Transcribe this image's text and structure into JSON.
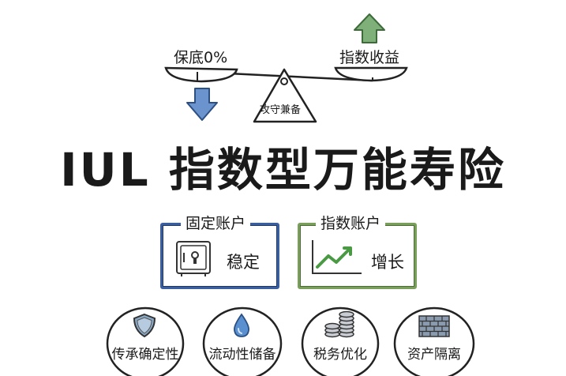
{
  "scale": {
    "left_label": "保底0%",
    "right_label": "指数收益",
    "center_label": "攻守兼备"
  },
  "title": "IUL 指数型万能寿险",
  "fixed_account": {
    "title": "固定账户",
    "text": "稳定",
    "accent": "#3a5fa0",
    "icon": "safe-icon"
  },
  "index_account": {
    "title": "指数账户",
    "text": "增长",
    "accent": "#7a9f5a",
    "icon": "growth-chart-icon"
  },
  "features": [
    {
      "label": "传承确定性",
      "icon": "shield-icon"
    },
    {
      "label": "流动性储备",
      "icon": "water-drop-icon"
    },
    {
      "label": "税务优化",
      "icon": "coin-stack-icon"
    },
    {
      "label": "资产隔离",
      "icon": "brick-wall-icon"
    }
  ],
  "colors": {
    "up_arrow": "#7fb07a",
    "down_arrow": "#6b94cf",
    "blue_frame": "#3a5fa0",
    "green_frame": "#7a9f5a"
  }
}
